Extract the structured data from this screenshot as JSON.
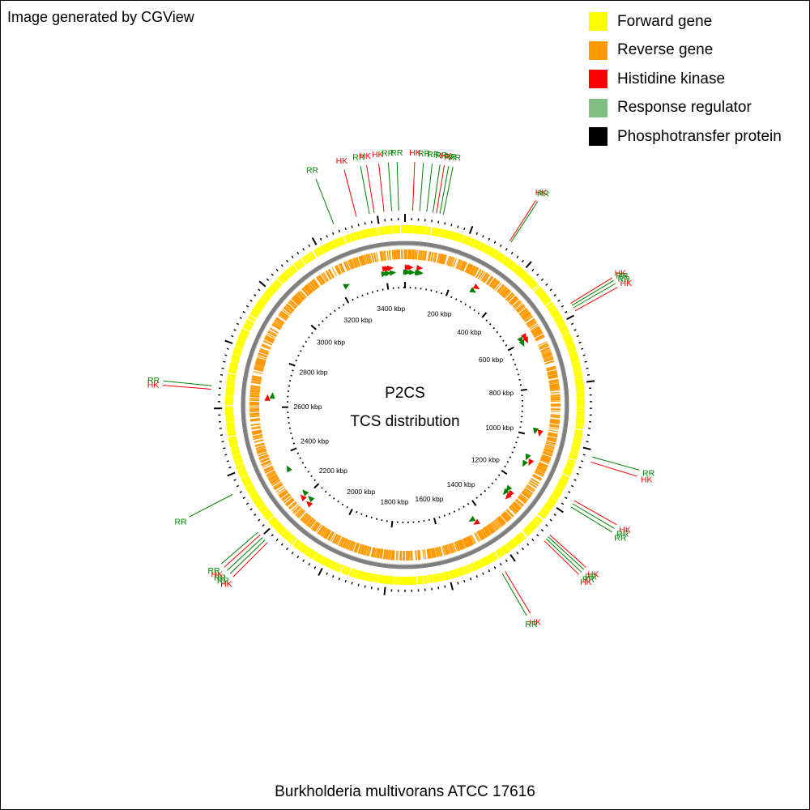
{
  "credit": "Image generated by CGView",
  "colors": {
    "forward": "#ffff00",
    "reverse": "#ff9900",
    "hk": "#ff0000",
    "rr": "#008000",
    "rr_swatch": "#80c080",
    "pt": "#000000",
    "backbone": "#7f7f7f"
  },
  "legend": [
    {
      "label": "Forward gene",
      "color": "#ffff00"
    },
    {
      "label": "Reverse gene",
      "color": "#ff9900"
    },
    {
      "label": "Histidine kinase",
      "color": "#ff0000"
    },
    {
      "label": "Response regulator",
      "color": "#80c080"
    },
    {
      "label": "Phosphotransfer protein",
      "color": "#000000"
    }
  ],
  "map": {
    "title_line1": "P2CS",
    "title_line2": "TCS distribution",
    "genome_length_kbp": 3480,
    "ruler_labels": [
      "200 kbp",
      "400 kbp",
      "600 kbp",
      "800 kbp",
      "1000 kbp",
      "1200 kbp",
      "1400 kbp",
      "1600 kbp",
      "1800 kbp",
      "2000 kbp",
      "2200 kbp",
      "2400 kbp",
      "2600 kbp",
      "2800 kbp",
      "3000 kbp",
      "3200 kbp",
      "3400 kbp"
    ],
    "ruler_positions_kbp": [
      200,
      400,
      600,
      800,
      1000,
      1200,
      1400,
      1600,
      1800,
      2000,
      2200,
      2400,
      2600,
      2800,
      3000,
      3200,
      3400
    ]
  },
  "features": {
    "outer_labels": [
      {
        "kbp": 3272,
        "label": "RR",
        "type": "rr"
      },
      {
        "kbp": 3340,
        "label": "HK",
        "type": "hk"
      },
      {
        "kbp": 3378,
        "label": "RR",
        "type": "rr"
      },
      {
        "kbp": 3392,
        "label": "HK",
        "type": "hk"
      },
      {
        "kbp": 3420,
        "label": "HK",
        "type": "hk"
      },
      {
        "kbp": 3442,
        "label": "RR",
        "type": "rr"
      },
      {
        "kbp": 3462,
        "label": "RR",
        "type": "rr"
      },
      {
        "kbp": 22,
        "label": "HK",
        "type": "hk"
      },
      {
        "kbp": 42,
        "label": "RR",
        "type": "rr"
      },
      {
        "kbp": 62,
        "label": "RR",
        "type": "rr"
      },
      {
        "kbp": 80,
        "label": "RR",
        "type": "rr"
      },
      {
        "kbp": 90,
        "label": "HK",
        "type": "hk"
      },
      {
        "kbp": 100,
        "label": "RR",
        "type": "rr"
      },
      {
        "kbp": 110,
        "label": "RR",
        "type": "rr"
      },
      {
        "kbp": 315,
        "label": "HK",
        "type": "hk"
      },
      {
        "kbp": 320,
        "label": "RR",
        "type": "rr"
      },
      {
        "kbp": 565,
        "label": "HK",
        "type": "hk"
      },
      {
        "kbp": 572,
        "label": "RR",
        "type": "rr"
      },
      {
        "kbp": 580,
        "label": "RR",
        "type": "rr"
      },
      {
        "kbp": 590,
        "label": "HK",
        "type": "hk"
      },
      {
        "kbp": 1020,
        "label": "RR",
        "type": "rr"
      },
      {
        "kbp": 1035,
        "label": "HK",
        "type": "hk"
      },
      {
        "kbp": 1155,
        "label": "HK",
        "type": "hk"
      },
      {
        "kbp": 1165,
        "label": "RR",
        "type": "rr"
      },
      {
        "kbp": 1175,
        "label": "RR",
        "type": "rr"
      },
      {
        "kbp": 1275,
        "label": "HK",
        "type": "hk"
      },
      {
        "kbp": 1282,
        "label": "RR",
        "type": "rr"
      },
      {
        "kbp": 1290,
        "label": "RR",
        "type": "rr"
      },
      {
        "kbp": 1298,
        "label": "HK",
        "type": "hk"
      },
      {
        "kbp": 1440,
        "label": "HK",
        "type": "hk"
      },
      {
        "kbp": 1450,
        "label": "RR",
        "type": "rr"
      },
      {
        "kbp": 2175,
        "label": "HK",
        "type": "hk"
      },
      {
        "kbp": 2185,
        "label": "RR",
        "type": "rr"
      },
      {
        "kbp": 2195,
        "label": "RR",
        "type": "rr"
      },
      {
        "kbp": 2205,
        "label": "HK",
        "type": "hk"
      },
      {
        "kbp": 2215,
        "label": "RR",
        "type": "rr"
      },
      {
        "kbp": 2345,
        "label": "RR",
        "type": "rr"
      },
      {
        "kbp": 2655,
        "label": "HK",
        "type": "hk"
      },
      {
        "kbp": 2665,
        "label": "RR",
        "type": "rr"
      }
    ],
    "inner_markers": [
      {
        "kbp": 3402,
        "type": "hk"
      },
      {
        "kbp": 3412,
        "type": "hk"
      },
      {
        "kbp": 3422,
        "type": "hk"
      },
      {
        "kbp": 3395,
        "type": "rr"
      },
      {
        "kbp": 3410,
        "type": "rr"
      },
      {
        "kbp": 3430,
        "type": "rr"
      },
      {
        "kbp": 12,
        "type": "hk"
      },
      {
        "kbp": 22,
        "type": "hk"
      },
      {
        "kbp": 6,
        "type": "rr"
      },
      {
        "kbp": 14,
        "type": "rr"
      },
      {
        "kbp": 30,
        "type": "rr"
      },
      {
        "kbp": 60,
        "type": "hk"
      },
      {
        "kbp": 55,
        "type": "rr"
      },
      {
        "kbp": 62,
        "type": "rr"
      },
      {
        "kbp": 64,
        "type": "rr"
      },
      {
        "kbp": 305,
        "type": "hk"
      },
      {
        "kbp": 300,
        "type": "rr"
      },
      {
        "kbp": 585,
        "type": "hk"
      },
      {
        "kbp": 600,
        "type": "hk"
      },
      {
        "kbp": 590,
        "type": "rr"
      },
      {
        "kbp": 605,
        "type": "rr"
      },
      {
        "kbp": 985,
        "type": "hk"
      },
      {
        "kbp": 980,
        "type": "rr"
      },
      {
        "kbp": 1110,
        "type": "hk"
      },
      {
        "kbp": 1095,
        "type": "rr"
      },
      {
        "kbp": 1125,
        "type": "rr"
      },
      {
        "kbp": 1260,
        "type": "hk"
      },
      {
        "kbp": 1275,
        "type": "hk"
      },
      {
        "kbp": 1250,
        "type": "rr"
      },
      {
        "kbp": 1268,
        "type": "rr"
      },
      {
        "kbp": 1440,
        "type": "hk"
      },
      {
        "kbp": 1450,
        "type": "rr"
      },
      {
        "kbp": 2170,
        "type": "hk"
      },
      {
        "kbp": 2180,
        "type": "rr"
      },
      {
        "kbp": 2205,
        "type": "hk"
      },
      {
        "kbp": 2215,
        "type": "rr"
      },
      {
        "kbp": 2335,
        "type": "rr"
      },
      {
        "kbp": 2640,
        "type": "hk"
      },
      {
        "kbp": 2650,
        "type": "rr"
      },
      {
        "kbp": 3230,
        "type": "rr"
      }
    ]
  },
  "organism": "Burkholderia multivorans ATCC 17616"
}
